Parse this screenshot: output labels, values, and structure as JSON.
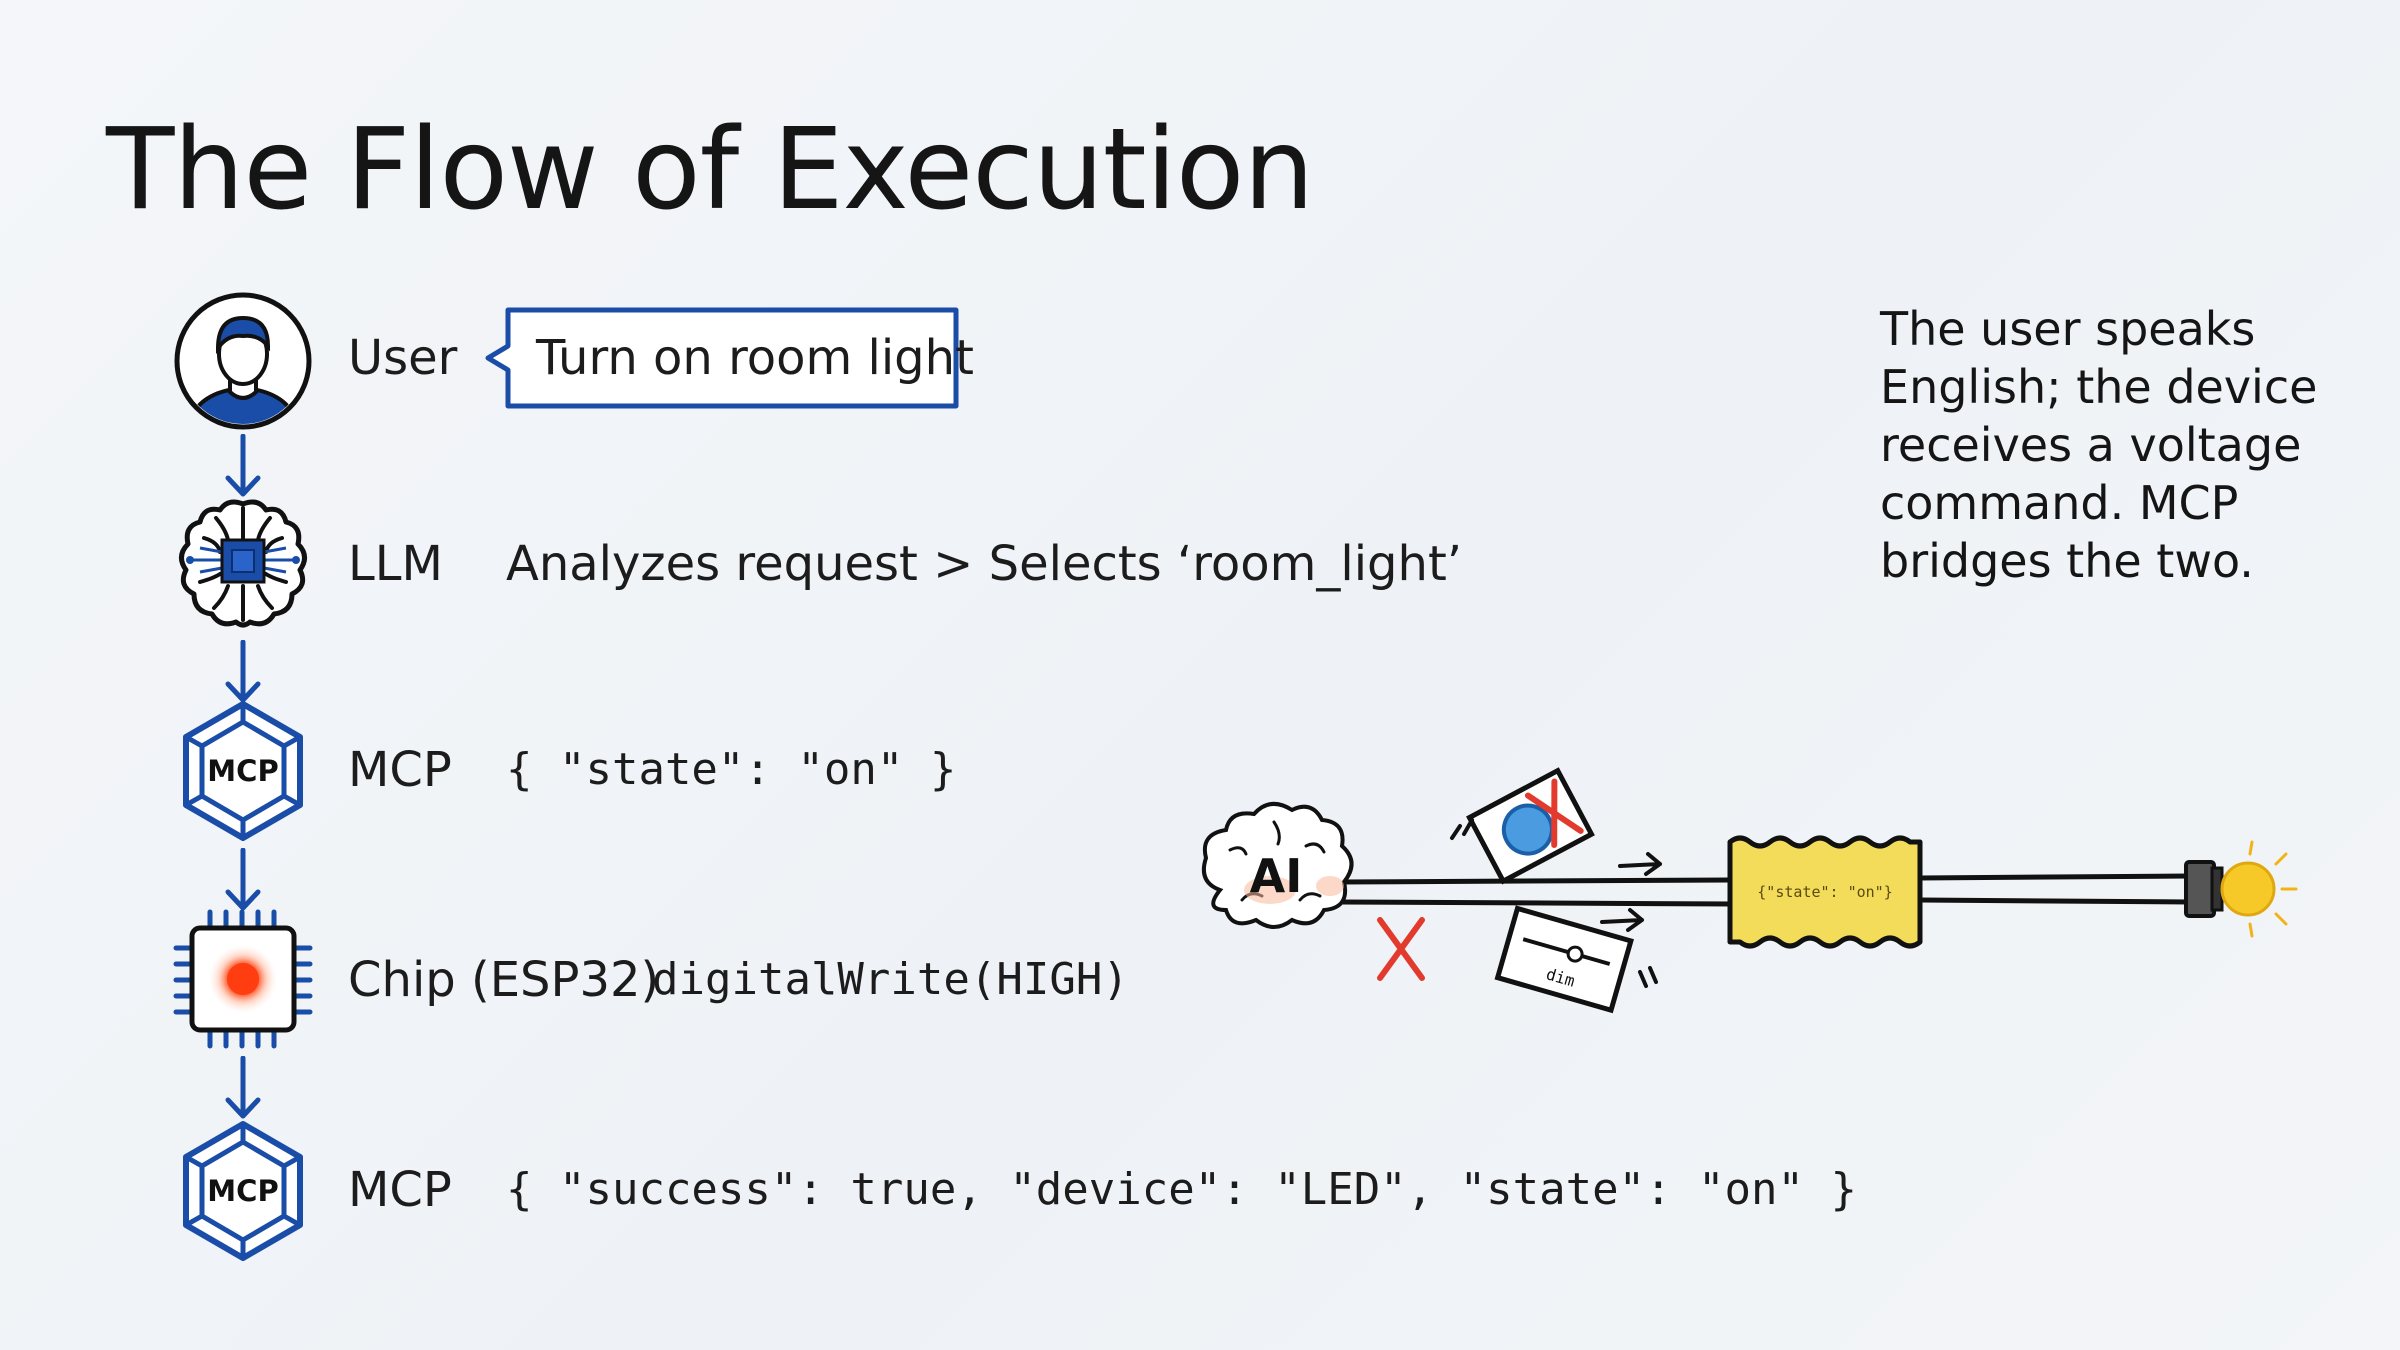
{
  "title": "The Flow of Execution",
  "colors": {
    "accent_blue": "#1a4da8",
    "chip_glow": "#ff4a1c",
    "json_tape": "#f3dc5a",
    "bulb": "#f7c928",
    "cross": "#e23b2e"
  },
  "steps": [
    {
      "label": "User",
      "text": "Turn on room light",
      "icon": "user-avatar-icon"
    },
    {
      "label": "LLM",
      "text": "Analyzes request > Selects ‘room_light’",
      "icon": "brain-chip-icon"
    },
    {
      "label": "MCP",
      "text": "{ \"state\": \"on\" }",
      "icon": "mcp-hexagon-icon"
    },
    {
      "label": "Chip (ESP32)",
      "text": "digitalWrite(HIGH)",
      "icon": "microchip-icon"
    },
    {
      "label": "MCP",
      "text": "{ \"success\": true, \"device\": \"LED\", \"state\": \"on\" }",
      "icon": "mcp-hexagon-icon"
    }
  ],
  "icon_text": {
    "mcp": "MCP"
  },
  "note": "The user speaks English; the device receives a voltage command. MCP bridges the two.",
  "illustration": {
    "ai_label": "AI",
    "tape_text": "{\"state\": \"on\"}",
    "card_label": "dim"
  }
}
